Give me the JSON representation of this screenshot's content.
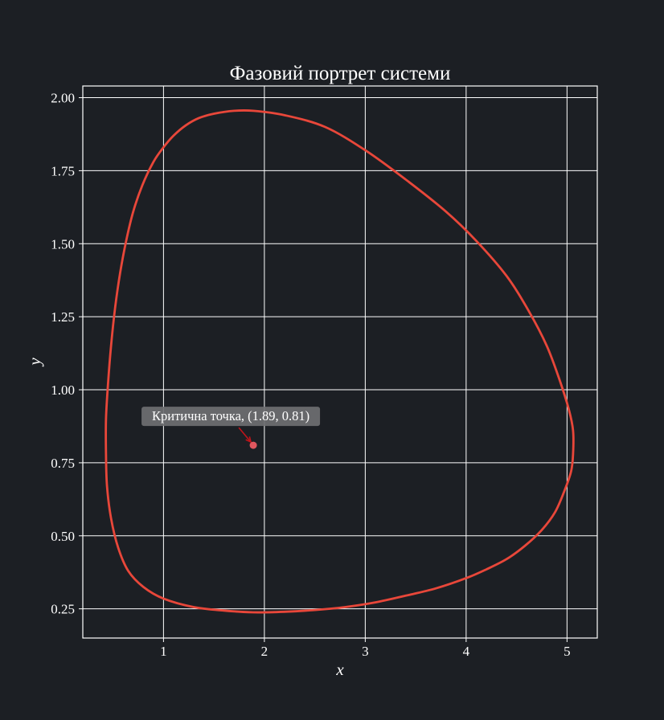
{
  "chart_data": {
    "type": "line",
    "title": "Фазовий портрет системи",
    "xlabel": "x",
    "ylabel": "y",
    "xlim": [
      0.2,
      5.3
    ],
    "ylim": [
      0.15,
      2.04
    ],
    "xticks": [
      1,
      2,
      3,
      4,
      5
    ],
    "yticks": [
      0.25,
      0.5,
      0.75,
      1.0,
      1.25,
      1.5,
      1.75,
      2.0
    ],
    "grid": true,
    "colors": {
      "background": "#1c1f24",
      "axes": "#ffffff",
      "grid": "#ffffff",
      "text": "#ffffff",
      "series": "#e8473a",
      "point": "#e0575f",
      "annotation_box": "#6e6f72",
      "arrow": "#c0141a"
    },
    "series": [
      {
        "x": [
          1.89,
          2.2,
          2.6,
          3.0,
          3.4,
          3.8,
          4.1,
          4.4,
          4.62,
          4.8,
          4.93,
          5.02,
          5.06,
          5.06,
          5.04,
          4.97,
          4.88,
          4.75,
          4.58,
          4.4,
          4.2,
          4.0,
          3.7,
          3.4,
          3.1,
          2.8,
          2.5,
          2.2,
          1.89,
          1.6,
          1.3,
          1.0,
          0.8,
          0.65,
          0.55,
          0.48,
          0.44,
          0.43,
          0.43,
          0.45,
          0.48,
          0.52,
          0.57,
          0.63,
          0.7,
          0.79,
          0.9,
          1.0,
          1.1,
          1.22,
          1.35,
          1.5,
          1.7,
          1.89
        ],
        "y": [
          1.955,
          1.94,
          1.9,
          1.82,
          1.72,
          1.61,
          1.51,
          1.39,
          1.27,
          1.15,
          1.03,
          0.93,
          0.86,
          0.78,
          0.72,
          0.65,
          0.58,
          0.52,
          0.465,
          0.42,
          0.385,
          0.355,
          0.32,
          0.295,
          0.272,
          0.256,
          0.246,
          0.24,
          0.238,
          0.244,
          0.256,
          0.285,
          0.325,
          0.38,
          0.46,
          0.56,
          0.67,
          0.78,
          0.9,
          1.02,
          1.15,
          1.28,
          1.4,
          1.51,
          1.61,
          1.7,
          1.78,
          1.83,
          1.87,
          1.905,
          1.93,
          1.945,
          1.955,
          1.955
        ]
      }
    ],
    "critical_point": {
      "x": 1.89,
      "y": 0.81
    },
    "annotation": {
      "text": "Критична точка, (1.89, 0.81)"
    }
  }
}
